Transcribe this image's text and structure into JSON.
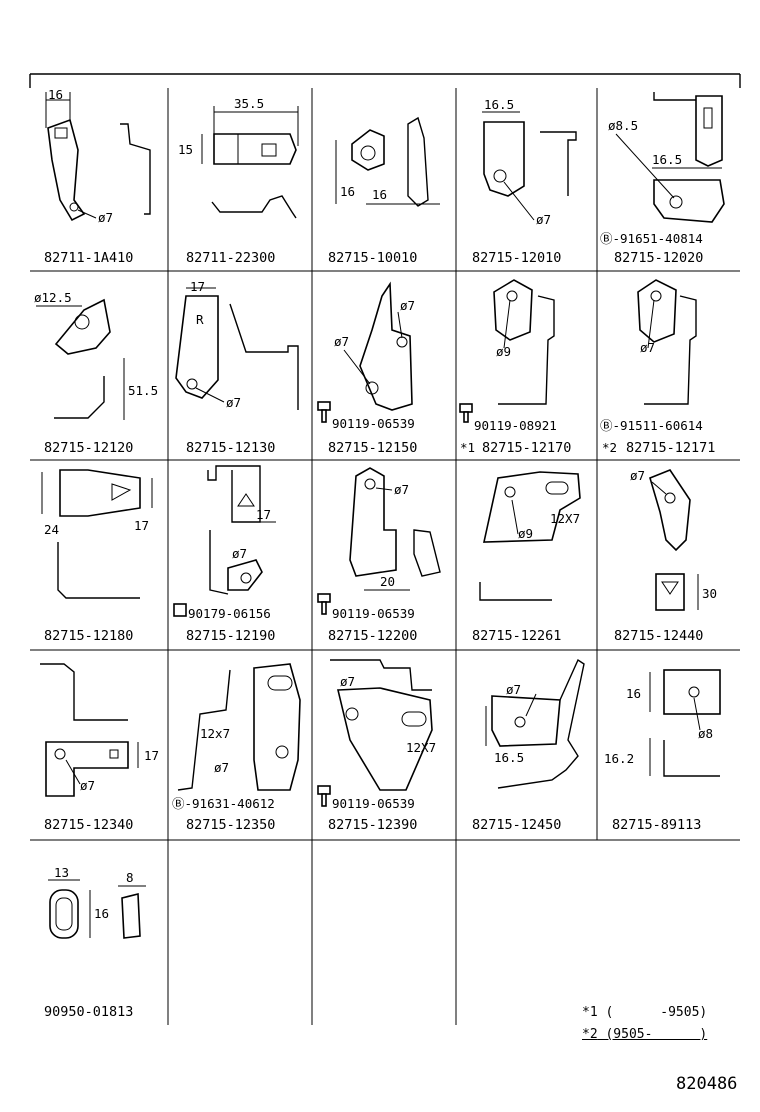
{
  "cells": [
    {
      "part": "82711-1A410",
      "dims": [
        "16",
        "ø7"
      ],
      "refs": []
    },
    {
      "part": "82711-22300",
      "dims": [
        "35.5",
        "15"
      ],
      "refs": []
    },
    {
      "part": "82715-10010",
      "dims": [
        "16",
        "16"
      ],
      "refs": []
    },
    {
      "part": "82715-12010",
      "dims": [
        "16.5",
        "ø7"
      ],
      "refs": []
    },
    {
      "part": "82715-12020",
      "dims": [
        "ø8.5",
        "16.5"
      ],
      "refs": [
        "Ⓑ-91651-40814"
      ]
    },
    {
      "part": "82715-12120",
      "dims": [
        "ø12.5",
        "51.5"
      ],
      "refs": []
    },
    {
      "part": "82715-12130",
      "dims": [
        "17",
        "ø7"
      ],
      "refs": []
    },
    {
      "part": "82715-12150",
      "dims": [
        "ø7",
        "ø7"
      ],
      "refs": [
        "90119-06539"
      ]
    },
    {
      "part": "82715-12170",
      "dims": [
        "ø9"
      ],
      "refs": [
        "90119-08921"
      ],
      "mark": "*1"
    },
    {
      "part": "82715-12171",
      "dims": [
        "ø7"
      ],
      "refs": [
        "Ⓑ-91511-60614"
      ],
      "mark": "*2"
    },
    {
      "part": "82715-12180",
      "dims": [
        "24",
        "17"
      ],
      "refs": []
    },
    {
      "part": "82715-12190",
      "dims": [
        "17",
        "ø7"
      ],
      "refs": [
        "90179-06156"
      ]
    },
    {
      "part": "82715-12200",
      "dims": [
        "ø7",
        "20"
      ],
      "refs": [
        "90119-06539"
      ]
    },
    {
      "part": "82715-12261",
      "dims": [
        "12X7",
        "ø9"
      ],
      "refs": []
    },
    {
      "part": "82715-12440",
      "dims": [
        "ø7",
        "30"
      ],
      "refs": []
    },
    {
      "part": "82715-12340",
      "dims": [
        "17",
        "ø7"
      ],
      "refs": []
    },
    {
      "part": "82715-12350",
      "dims": [
        "12x7",
        "ø7"
      ],
      "refs": [
        "Ⓑ-91631-40612"
      ]
    },
    {
      "part": "82715-12390",
      "dims": [
        "ø7",
        "12X7"
      ],
      "refs": [
        "90119-06539"
      ]
    },
    {
      "part": "82715-12450",
      "dims": [
        "ø7",
        "16.5"
      ],
      "refs": []
    },
    {
      "part": "82715-89113",
      "dims": [
        "16",
        "ø8",
        "16.2"
      ],
      "refs": []
    },
    {
      "part": "90950-01813",
      "dims": [
        "13",
        "8",
        "16"
      ],
      "refs": []
    }
  ],
  "notes": [
    {
      "mark": "*1",
      "text": "(      -9505)"
    },
    {
      "mark": "*2",
      "text": "(9505-      )"
    }
  ],
  "diagram_code": "820486"
}
